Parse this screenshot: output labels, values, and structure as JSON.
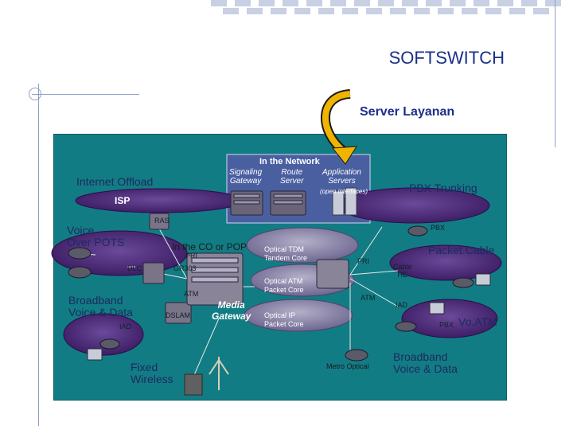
{
  "slide": {
    "title": "SOFTSWITCH",
    "server_label": "Server Layanan"
  },
  "diagram": {
    "in_the_network": "In the Network",
    "signaling_gateway": "Signaling\nGateway",
    "route_server": "Route\nServer",
    "application_servers": "Application\nServers",
    "open_interfaces": "(open interfaces)",
    "internet_offload": "Internet Offload",
    "isp": "ISP",
    "pbx_trunking": "PBX Trunking",
    "voice_over_pots": "Voice\nOver POTS",
    "ras": "RAS",
    "pbx_top": "PBX",
    "in_the_co": "In the CO or POP",
    "pri_left": "PRI",
    "gr303": "GR303",
    "dlc": "DLC",
    "atm_left": "ATM",
    "dslam": "DSLAM",
    "media_gateway": "Media\nGateway",
    "broadband_left": "Broadband\nVoice & Data",
    "iad_left": "IAD",
    "optical_tdm": "Optical TDM\nTandem Core",
    "optical_atm": "Optical ATM\nPacket Core",
    "optical_ip": "Optical IP\nPacket Core",
    "pri_right": "PRI",
    "atm_right": "ATM",
    "packetcable": "Packet.Cable",
    "cable_he": "Cable\nHE",
    "iad_right": "IAD",
    "pbx_bottom": "PBX",
    "voatm": "Vo.ATM",
    "broadband_right": "Broadband\nVoice & Data",
    "metro_optical": "Metro Optical",
    "fixed_wireless": "Fixed\nWireless"
  },
  "colors": {
    "panel": "#127c84",
    "cloud": "#4a2a7a",
    "core_cloud": "#8c86a0",
    "title": "#1a2f8a",
    "arrow": "#f0b400"
  }
}
